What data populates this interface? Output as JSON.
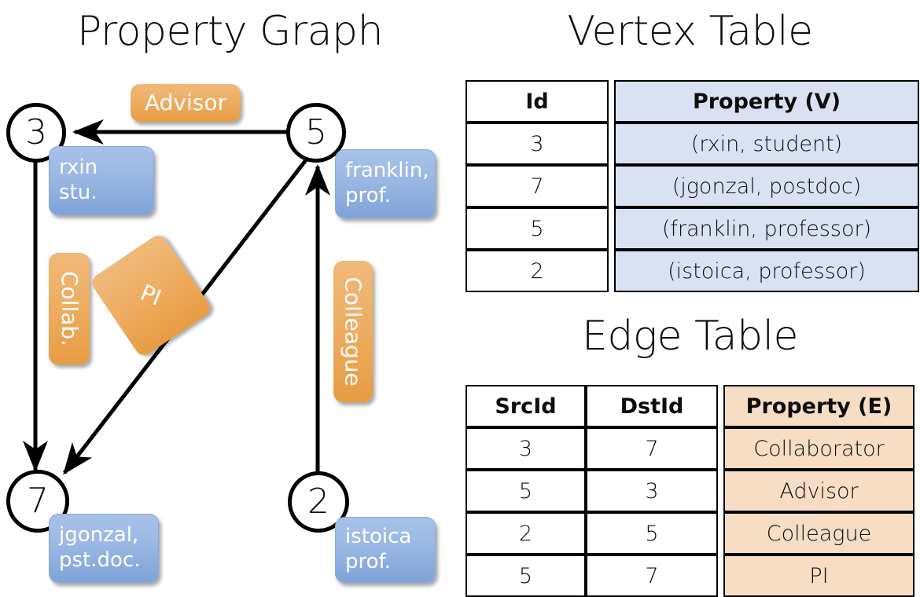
{
  "titles": {
    "property_graph": "Property Graph",
    "vertex_table": "Vertex Table",
    "edge_table": "Edge Table"
  },
  "graph": {
    "nodes": [
      {
        "id": "3",
        "label": "3",
        "property_lines": [
          "rxin",
          "stu."
        ]
      },
      {
        "id": "5",
        "label": "5",
        "property_lines": [
          "franklin,",
          "prof."
        ]
      },
      {
        "id": "7",
        "label": "7",
        "property_lines": [
          "jgonzal,",
          "pst.doc."
        ]
      },
      {
        "id": "2",
        "label": "2",
        "property_lines": [
          "istoica",
          "prof."
        ]
      }
    ],
    "edge_labels": [
      {
        "name": "advisor",
        "text": "Advisor"
      },
      {
        "name": "collab",
        "text": "Collab."
      },
      {
        "name": "pi",
        "text": "PI"
      },
      {
        "name": "colleague",
        "text": "Colleague"
      }
    ],
    "edges": [
      {
        "src": "5",
        "dst": "3",
        "label": "Advisor"
      },
      {
        "src": "3",
        "dst": "7",
        "label": "Collab."
      },
      {
        "src": "5",
        "dst": "7",
        "label": "PI"
      },
      {
        "src": "2",
        "dst": "5",
        "label": "Colleague"
      }
    ]
  },
  "vertex_table": {
    "headers": [
      "Id",
      "Property (V)"
    ],
    "rows": [
      [
        "3",
        "(rxin, student)"
      ],
      [
        "7",
        "(jgonzal, postdoc)"
      ],
      [
        "5",
        "(franklin, professor)"
      ],
      [
        "2",
        "(istoica, professor)"
      ]
    ]
  },
  "edge_table": {
    "headers": [
      "SrcId",
      "DstId",
      "Property (E)"
    ],
    "rows": [
      [
        "3",
        "7",
        "Collaborator"
      ],
      [
        "5",
        "3",
        "Advisor"
      ],
      [
        "2",
        "5",
        "Colleague"
      ],
      [
        "5",
        "7",
        "PI"
      ]
    ]
  },
  "colors": {
    "vertex_property_fill": "#d9e2f3",
    "edge_property_fill": "#f6ddc4",
    "node_box_blue": "#8fb0df",
    "edge_label_orange": "#eda953",
    "stroke": "#000000"
  }
}
